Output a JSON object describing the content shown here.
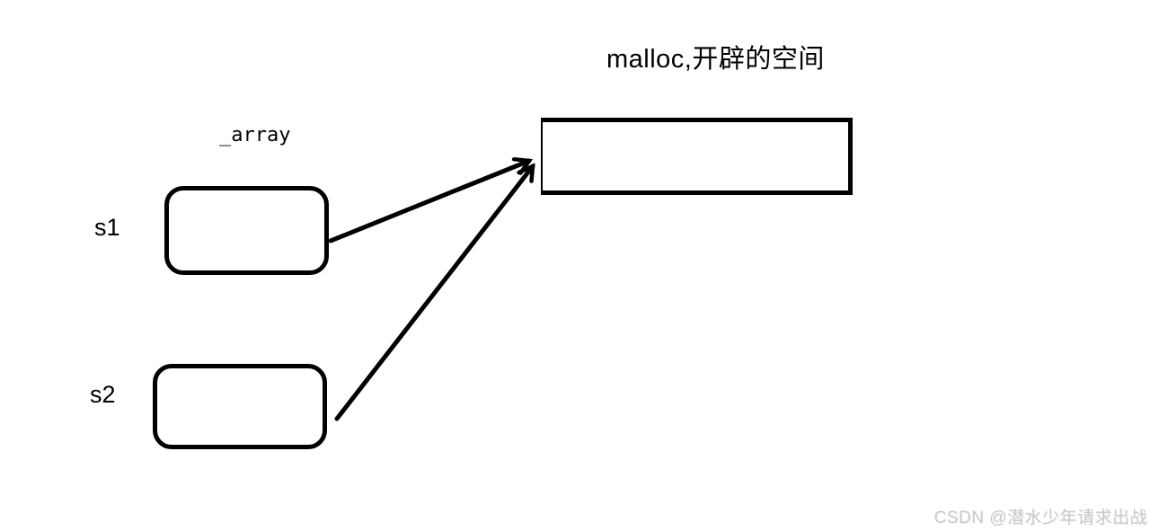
{
  "diagram": {
    "title": "malloc,开辟的空间",
    "array_label": "_array",
    "stroke_color": "#000000",
    "background_color": "#ffffff",
    "nodes": [
      {
        "id": "s1",
        "label": "s1",
        "type": "rounded-box"
      },
      {
        "id": "s2",
        "label": "s2",
        "type": "rounded-box"
      },
      {
        "id": "malloc-space",
        "label": "",
        "type": "rect"
      }
    ],
    "edges": [
      {
        "from": "s1",
        "to": "malloc-space",
        "style": "arrow"
      },
      {
        "from": "s2",
        "to": "malloc-space",
        "style": "arrow"
      }
    ]
  },
  "watermark": {
    "text": "CSDN @潜水少年请求出战",
    "color": "#c9c9c9"
  }
}
